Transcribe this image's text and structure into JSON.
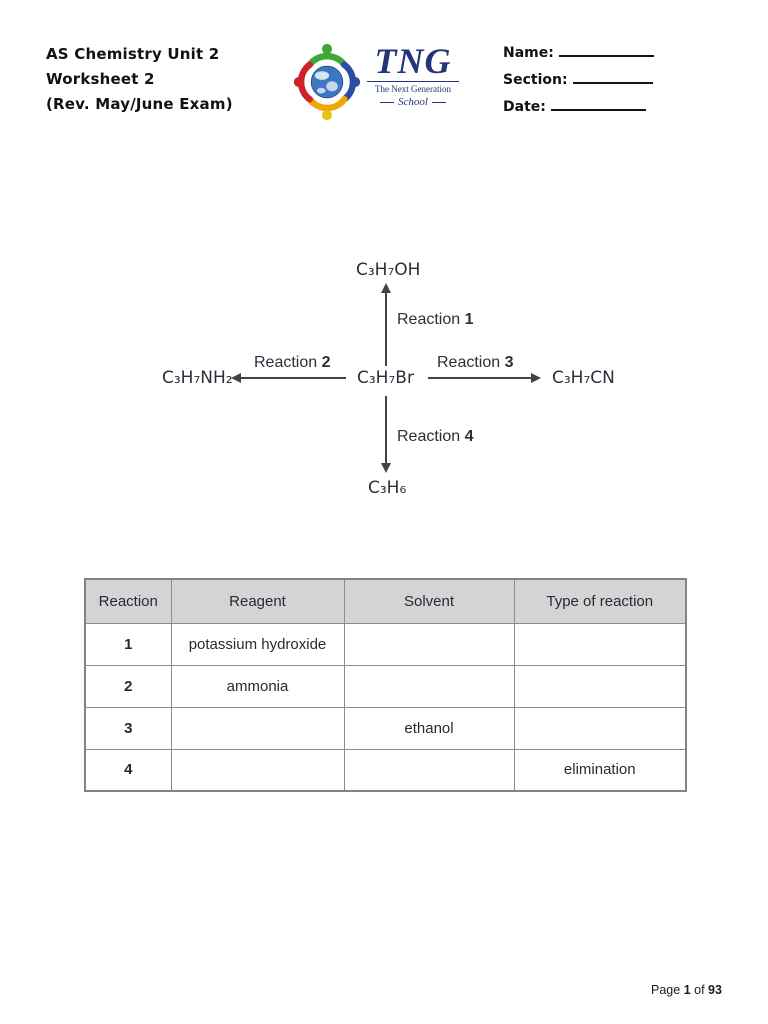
{
  "header": {
    "line1": "AS Chemistry Unit 2",
    "line2": "Worksheet 2",
    "line3": "(Rev. May/June Exam)",
    "name_label": "Name:",
    "section_label": "Section:",
    "date_label": "Date:"
  },
  "logo": {
    "acronym": "TNG",
    "tagline": "The Next Generation",
    "school_word": "School",
    "navy": "#223578",
    "ring_red": "#cf2127",
    "ring_green": "#3aaa35",
    "ring_blue": "#2b4ea2",
    "ring_yellow": "#f0a800",
    "globe_blue": "#3c77c4"
  },
  "diagram": {
    "top_formula": "C₃H₇OH",
    "left_formula": "C₃H₇NH₂",
    "center_formula": "C₃H₇Br",
    "right_formula": "C₃H₇CN",
    "bottom_formula": "C₃H₆",
    "reaction1_word": "Reaction",
    "reaction1_num": "1",
    "reaction2_word": "Reaction",
    "reaction2_num": "2",
    "reaction3_word": "Reaction",
    "reaction3_num": "3",
    "reaction4_word": "Reaction",
    "reaction4_num": "4"
  },
  "table": {
    "headers": [
      "Reaction",
      "Reagent",
      "Solvent",
      "Type of reaction"
    ],
    "rows": [
      [
        "1",
        "potassium hydroxide",
        "",
        ""
      ],
      [
        "2",
        "ammonia",
        "",
        ""
      ],
      [
        "3",
        "",
        "ethanol",
        ""
      ],
      [
        "4",
        "",
        "",
        "elimination"
      ]
    ],
    "header_bg": "#d2d4d5",
    "border_color": "#898d8e"
  },
  "footer": {
    "page_word": "Page",
    "page_num": "1",
    "of_word": "of",
    "total_pages": "93"
  }
}
